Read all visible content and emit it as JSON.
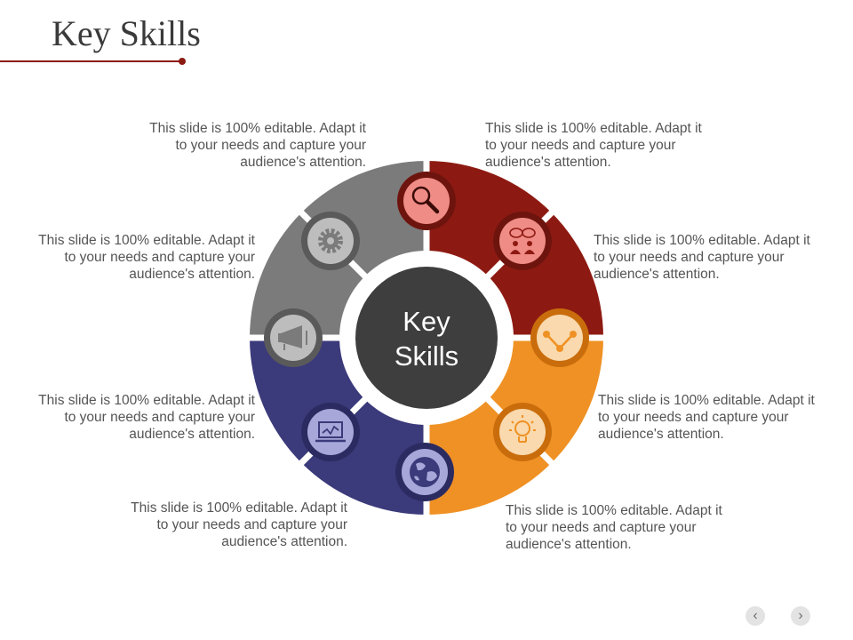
{
  "title": "Key Skills",
  "center": {
    "line1": "Key",
    "line2": "Skills"
  },
  "segment_colors": {
    "gray": "#7b7b7b",
    "red": "#8d1a12",
    "orange": "#ef9124",
    "navy": "#3b3a7a",
    "center": "#3e3e3e"
  },
  "icons": [
    "magnifier-icon",
    "people-chat-icon",
    "line-chart-icon",
    "lightbulb-icon",
    "globe-icon",
    "laptop-chart-icon",
    "megaphone-icon",
    "gear-icon"
  ],
  "text_blocks": [
    "This slide is 100% editable. Adapt it to your needs and capture your audience's attention.",
    "This slide is 100% editable. Adapt it to your needs and capture your audience's attention.",
    "This slide is 100% editable. Adapt it to your needs and capture your audience's attention.",
    "This slide is 100% editable. Adapt it to your needs and capture your audience's attention.",
    "This slide is 100% editable. Adapt it to your needs and capture your audience's attention.",
    "This slide is 100% editable. Adapt it to your needs and capture your audience's attention.",
    "This slide is 100% editable. Adapt it to your needs and capture your audience's attention.",
    "This slide is 100% editable. Adapt it to your needs and capture your audience's attention."
  ],
  "nav": {
    "prev": "‹",
    "next": "›"
  }
}
